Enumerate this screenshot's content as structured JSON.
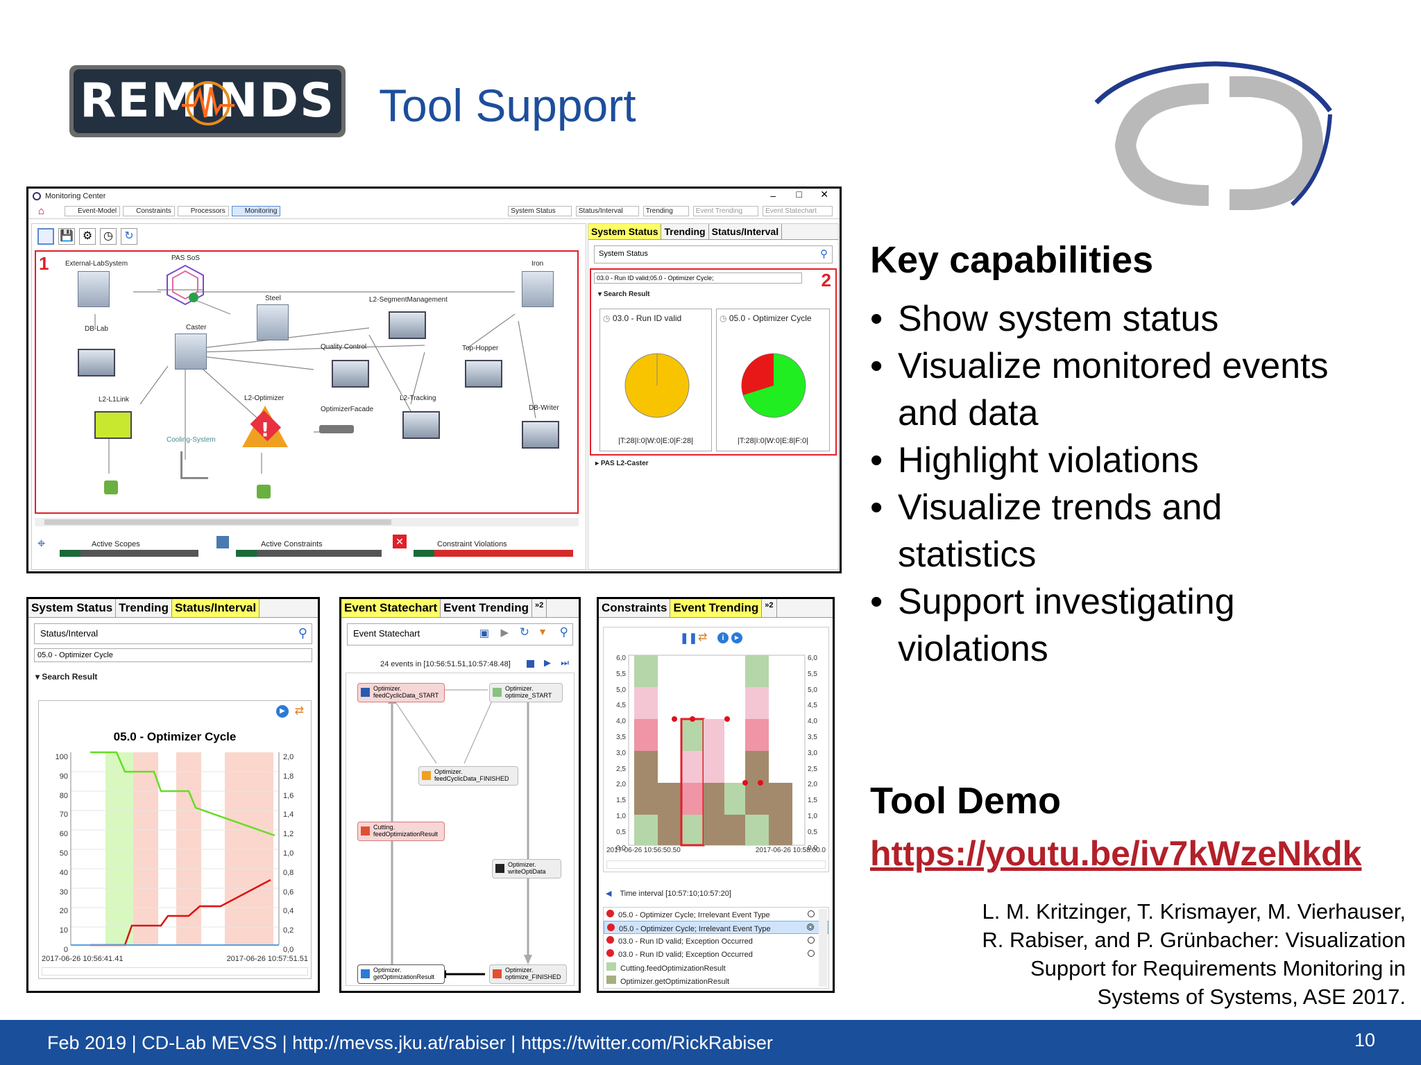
{
  "slide": {
    "title": "Tool Support",
    "logo_text": "REMINDS",
    "page_number": "10",
    "footer": "Feb 2019 | CD-Lab MEVSS | http://mevss.jku.at/rabiser | https://twitter.com/RickRabiser",
    "colors": {
      "title": "#1d4e9c",
      "footer_bar": "#1a4f9b",
      "link": "#b3202a",
      "highlight": "#e0202a"
    }
  },
  "capabilities": {
    "heading": "Key capabilities",
    "items": [
      "Show system status",
      "Visualize monitored events and data",
      "Highlight violations",
      "Visualize trends and statistics",
      "Support investigating violations"
    ]
  },
  "demo": {
    "heading": "Tool Demo",
    "link": "https://youtu.be/iv7kWzeNkdk"
  },
  "citation": {
    "lines": [
      "L. M. Kritzinger, T. Krismayer, M. Vierhauser,",
      "R. Rabiser, and P. Grünbacher: Visualization",
      "Support for Requirements Monitoring in",
      "Systems of Systems, ASE 2017."
    ]
  },
  "monitor_window": {
    "title": "Monitoring Center",
    "nav": [
      "Event-Model",
      "Constraints",
      "Processors",
      "Monitoring"
    ],
    "views": [
      "System Status",
      "Status/Interval",
      "Trending",
      "Event Trending",
      "Event Statechart"
    ],
    "marker_1": "1",
    "marker_2": "2",
    "nodes": {
      "external_lab": "External-LabSystem",
      "pas_sos": "PAS SoS",
      "iron": "Iron",
      "steel": "Steel",
      "l2_segment": "L2-SegmentManagement",
      "db_lab": "DB-Lab",
      "caster": "Caster",
      "quality": "Quality Control",
      "top_hopper": "Top-Hopper",
      "l2_l1link": "L2-L1Link",
      "l2_optimizer": "L2-Optimizer",
      "optimizer_facade": "OptimizerFacade",
      "l2_tracking": "L2-Tracking",
      "db_writer": "DB-Writer",
      "cooling": "Cooling-System"
    },
    "status_bar": [
      "Active Scopes",
      "Active Constraints",
      "Constraint Violations"
    ],
    "right_tabs": [
      "System Status",
      "Trending",
      "Status/Interval"
    ],
    "right_pane_title": "System Status",
    "right_filter": "03.0 - Run ID valid;05.0 - Optimizer Cycle;",
    "search_result": "Search Result",
    "card1": {
      "title": "03.0 - Run ID valid",
      "stats": "|T:28|I:0|W:0|E:0|F:28|"
    },
    "card2": {
      "title": "05.0 - Optimizer Cycle",
      "stats": "|T:28|I:0|W:0|E:8|F:0|"
    },
    "pas_caster": "PAS L2-Caster"
  },
  "status_interval_window": {
    "tabs": [
      "System Status",
      "Trending",
      "Status/Interval"
    ],
    "pane_title": "Status/Interval",
    "filter": "05.0 - Optimizer Cycle",
    "search_result": "Search Result",
    "chart_title": "05.0 - Optimizer Cycle",
    "x_start": "2017-06-26 10:56:41.41",
    "x_end": "2017-06-26 10:57:51.51",
    "left_ticks": [
      "100",
      "90",
      "80",
      "70",
      "60",
      "50",
      "40",
      "30",
      "20",
      "10",
      "0"
    ],
    "right_ticks": [
      "2,0",
      "1,8",
      "1,6",
      "1,4",
      "1,2",
      "1,0",
      "0,8",
      "0,6",
      "0,4",
      "0,2",
      "0,0"
    ]
  },
  "statechart_window": {
    "tabs": [
      "Event Statechart",
      "Event Trending"
    ],
    "tab_overflow": "»2",
    "pane_title": "Event Statechart",
    "events_info": "24 events in [10:56:51.51,10:57:48.48]",
    "nodes": [
      {
        "line1": "Optimizer.",
        "line2": "feedCyclicData_START"
      },
      {
        "line1": "Optimizer.",
        "line2": "optimize_START"
      },
      {
        "line1": "Optimizer.",
        "line2": "feedCyclicData_FINISHED"
      },
      {
        "line1": "Cutting.",
        "line2": "feedOptimizationResult"
      },
      {
        "line1": "Optimizer.",
        "line2": "writeOptiData"
      },
      {
        "line1": "Optimizer.",
        "line2": "getOptimizationResult"
      },
      {
        "line1": "Optimizer.",
        "line2": "optimize_FINISHED"
      }
    ]
  },
  "trending_window": {
    "tabs": [
      "Constraints",
      "Event Trending"
    ],
    "tab_overflow": "»2",
    "x_start": "2017-06-26 10:56:50.50",
    "x_end": "2017-06-26 10:58:00.0",
    "ticks": [
      "6,0",
      "5,5",
      "5,0",
      "4,5",
      "4,0",
      "3,5",
      "3,0",
      "2,5",
      "2,0",
      "1,5",
      "1,0",
      "0,5",
      "0,0"
    ],
    "time_interval": "Time interval [10:57:10;10:57:20]",
    "rows": [
      "05.0 - Optimizer Cycle; Irrelevant Event Type",
      "05.0 - Optimizer Cycle; Irrelevant Event Type",
      "03.0 - Run ID valid; Exception Occurred",
      "03.0 - Run ID valid; Exception Occurred",
      "Cutting.feedOptimizationResult",
      "Optimizer.getOptimizationResult"
    ]
  }
}
